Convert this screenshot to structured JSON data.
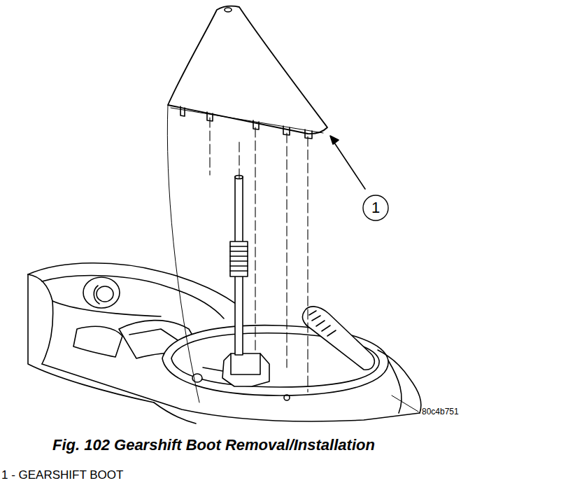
{
  "diagram": {
    "caption": "Fig. 102 Gearshift Boot Removal/Installation",
    "labels": [
      "1",
      "80c4b751",
      "1 - GEARSHIFT BOOT"
    ]
  }
}
